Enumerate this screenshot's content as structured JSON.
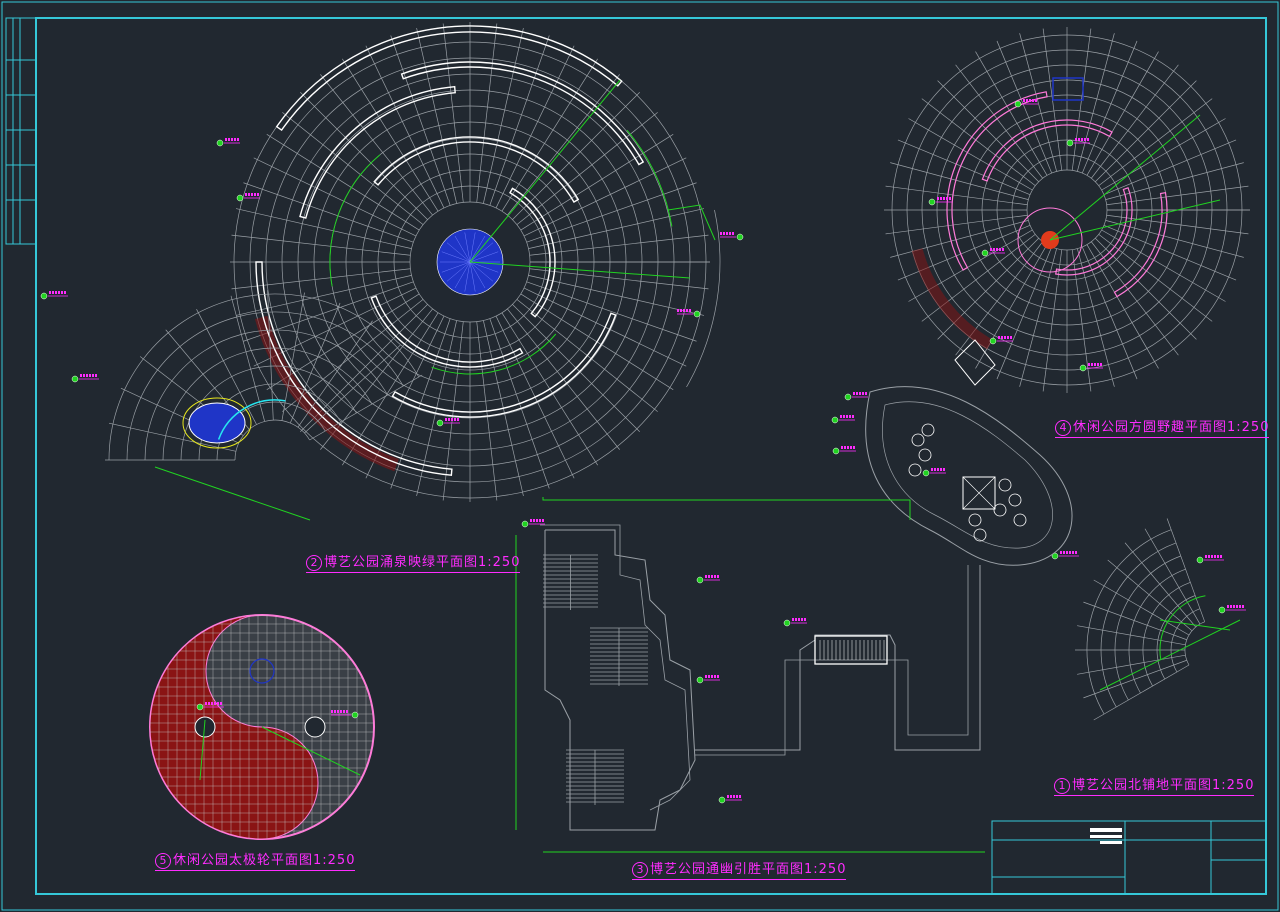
{
  "colors": {
    "background": "#212830",
    "frame": "#35c8d8",
    "linework": "#9aa0a6",
    "annotation": "#ff2cff",
    "green": "#21d321",
    "red": "#8a1414",
    "blue": "#1f35c7",
    "white": "#ffffff",
    "pink": "#ff7ad9",
    "yellow": "#e6e61e",
    "cyan": "#27e6f0"
  },
  "drawing_titles": [
    {
      "number": "2",
      "text": "博艺公园涌泉映绿平面图1:250"
    },
    {
      "number": "4",
      "text": "休闲公园方圆野趣平面图1:250"
    },
    {
      "number": "1",
      "text": "博艺公园北铺地平面图1:250"
    },
    {
      "number": "5",
      "text": "休闲公园太极轮平面图1:250"
    },
    {
      "number": "3",
      "text": "博艺公园通幽引胜平面图1:250"
    }
  ],
  "icons": {
    "callout": "green-callout-dot-icon",
    "north": "section-marker-icon"
  }
}
